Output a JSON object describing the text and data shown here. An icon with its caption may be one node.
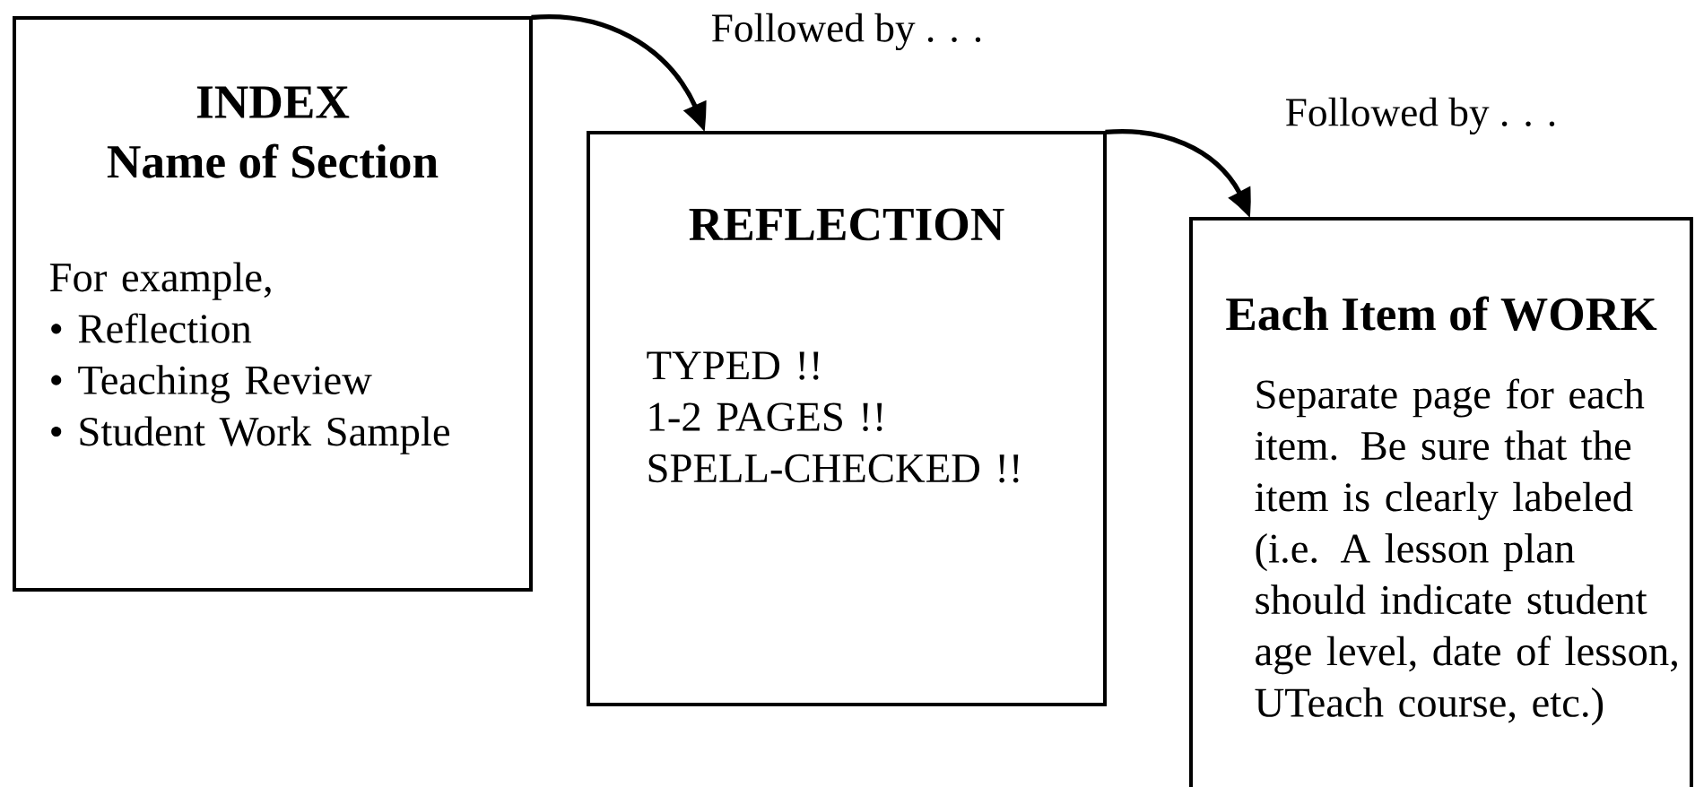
{
  "diagram": {
    "nodes": [
      {
        "text": [
          "INDEX",
          "Name of Section",
          "For example,",
          "• Reflection",
          "• Teaching Review",
          "• Student Work Sample"
        ]
      },
      {
        "text": [
          "REFLECTION",
          "TYPED !!",
          "1-2 PAGES !!",
          "SPELL-CHECKED !!"
        ]
      },
      {
        "text": [
          "Each Item of WORK",
          "Separate page for each item. Be sure that the item is clearly labeled (i.e. A lesson plan should indicate student age level, date of lesson, UTeach course, etc.)"
        ]
      }
    ],
    "edges": [
      {
        "from": 0,
        "to": 1,
        "arrow": "to",
        "label": "Followed by . . ."
      },
      {
        "from": 1,
        "to": 2,
        "arrow": "to",
        "label": "Followed by . . ."
      }
    ]
  }
}
